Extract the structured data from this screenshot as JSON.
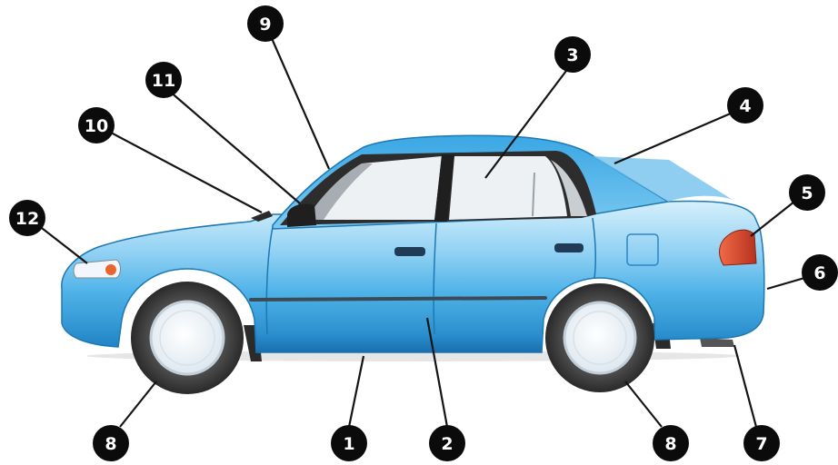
{
  "colors": {
    "body_light": "#bfe6fa",
    "body_mid": "#52b7ea",
    "body_dark": "#1f87c6",
    "tire": "#3a3a3a",
    "rim": "#eef4f8",
    "window": "#eef1f3",
    "trim": "#2b2b2b",
    "tail_light": "#d94a2a",
    "head_light": "#f1f6fb",
    "callout": "#0b0b0b"
  },
  "callouts": [
    {
      "num": "1"
    },
    {
      "num": "2"
    },
    {
      "num": "3"
    },
    {
      "num": "4"
    },
    {
      "num": "5"
    },
    {
      "num": "6"
    },
    {
      "num": "7"
    },
    {
      "num": "8"
    },
    {
      "num": "8"
    },
    {
      "num": "9"
    },
    {
      "num": "10"
    },
    {
      "num": "11"
    },
    {
      "num": "12"
    }
  ]
}
